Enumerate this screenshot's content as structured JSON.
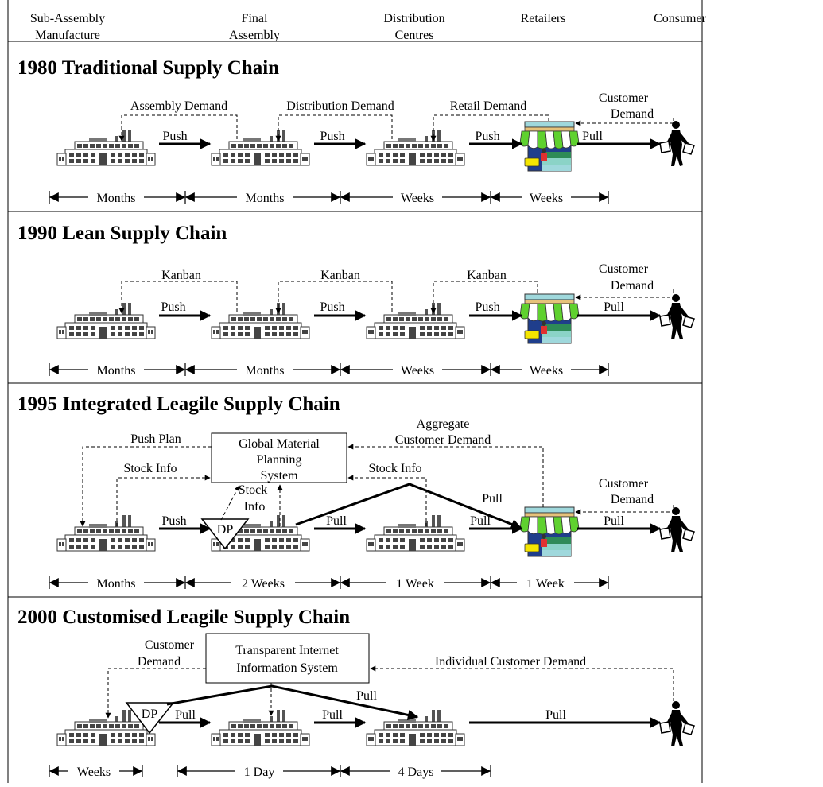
{
  "header": {
    "stages": [
      {
        "line1": "Sub-Assembly",
        "line2": "Manufacture"
      },
      {
        "line1": "Final",
        "line2": "Assembly"
      },
      {
        "line1": "Distribution",
        "line2": "Centres"
      },
      {
        "line1": "Retailers",
        "line2": ""
      },
      {
        "line1": "Consumer",
        "line2": ""
      }
    ]
  },
  "panels": [
    {
      "title": "1980 Traditional Supply Chain",
      "demand_labels": [
        "Assembly Demand",
        "Distribution Demand",
        "Retail Demand"
      ],
      "customer_demand": [
        "Customer",
        "Demand"
      ],
      "flow_labels": [
        "Push",
        "Push",
        "Push",
        "Pull"
      ],
      "timeline": [
        "Months",
        "Months",
        "Weeks",
        "Weeks"
      ]
    },
    {
      "title": "1990 Lean Supply Chain",
      "demand_labels": [
        "Kanban",
        "Kanban",
        "Kanban"
      ],
      "customer_demand": [
        "Customer",
        "Demand"
      ],
      "flow_labels": [
        "Push",
        "Push",
        "Push",
        "Pull"
      ],
      "timeline": [
        "Months",
        "Months",
        "Weeks",
        "Weeks"
      ]
    },
    {
      "title": "1995 Integrated Leagile Supply Chain",
      "system_box": [
        "Global Material",
        "Planning",
        "System"
      ],
      "push_plan": "Push Plan",
      "stock_info_left": "Stock Info",
      "stock_info_mid": [
        "Stock",
        "Info"
      ],
      "stock_info_right": "Stock Info",
      "aggregate": [
        "Aggregate",
        "Customer Demand"
      ],
      "customer_demand": [
        "Customer",
        "Demand"
      ],
      "dp": "DP",
      "flow_labels": [
        "Push",
        "Pull",
        "Pull",
        "Pull",
        "Pull"
      ],
      "timeline": [
        "Months",
        "2 Weeks",
        "1 Week",
        "1 Week"
      ]
    },
    {
      "title": "2000 Customised Leagile Supply Chain",
      "system_box": [
        "Transparent Internet",
        "Information System"
      ],
      "customer_demand": [
        "Customer",
        "Demand"
      ],
      "individual": "Individual Customer Demand",
      "dp": "DP",
      "flow_labels": [
        "Pull",
        "Pull",
        "Pull",
        "Pull"
      ],
      "timeline": [
        "Weeks",
        "1 Day",
        "4 Days"
      ]
    }
  ]
}
